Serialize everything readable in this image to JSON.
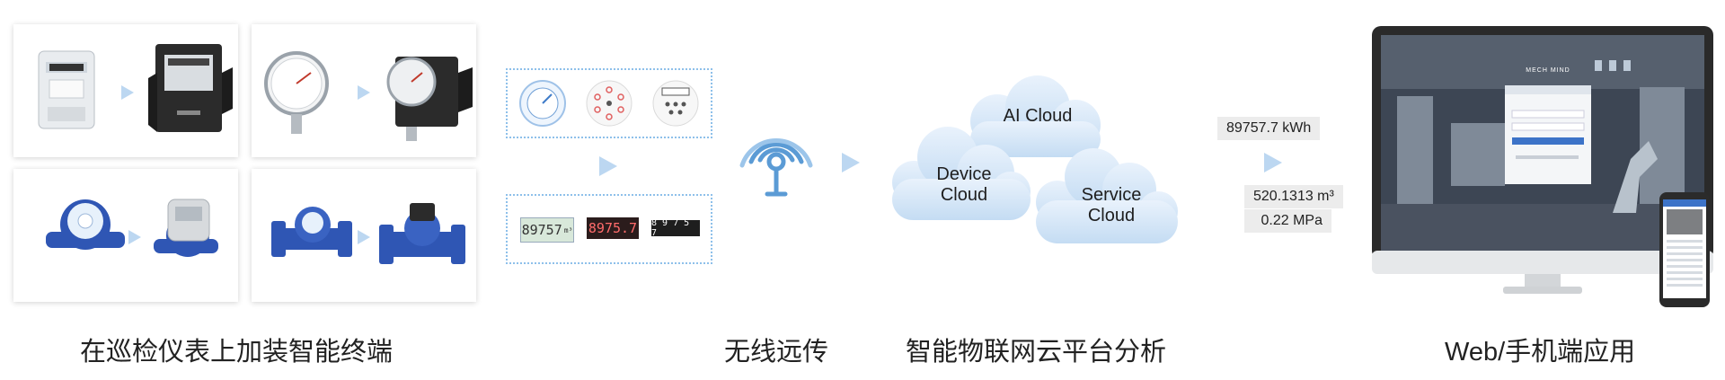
{
  "captions": {
    "step1": "在巡检仪表上加装智能终端",
    "step2": "无线远传",
    "step3": "智能物联网云平台分析",
    "step4": "Web/手机端应用"
  },
  "displays": {
    "lcd1": "89757",
    "lcd1_unit": "m³",
    "lcd2": "8975.7",
    "lcd3": "8 9 7 5 7"
  },
  "clouds": {
    "ai": "AI Cloud",
    "device_line1": "Device",
    "device_line2": "Cloud",
    "service_line1": "Service",
    "service_line2": "Cloud"
  },
  "readouts": {
    "energy": "89757.7 kWh",
    "volume": "520.1313 m³",
    "pressure": "0.22 MPa"
  },
  "screen": {
    "brand": "MECH MIND"
  },
  "colors": {
    "accent_blue": "#5b9bd5",
    "arrow_blue": "#bcd7f1",
    "cloud_blue": "#cfe2f5",
    "meter_blue": "#2f56b4"
  }
}
